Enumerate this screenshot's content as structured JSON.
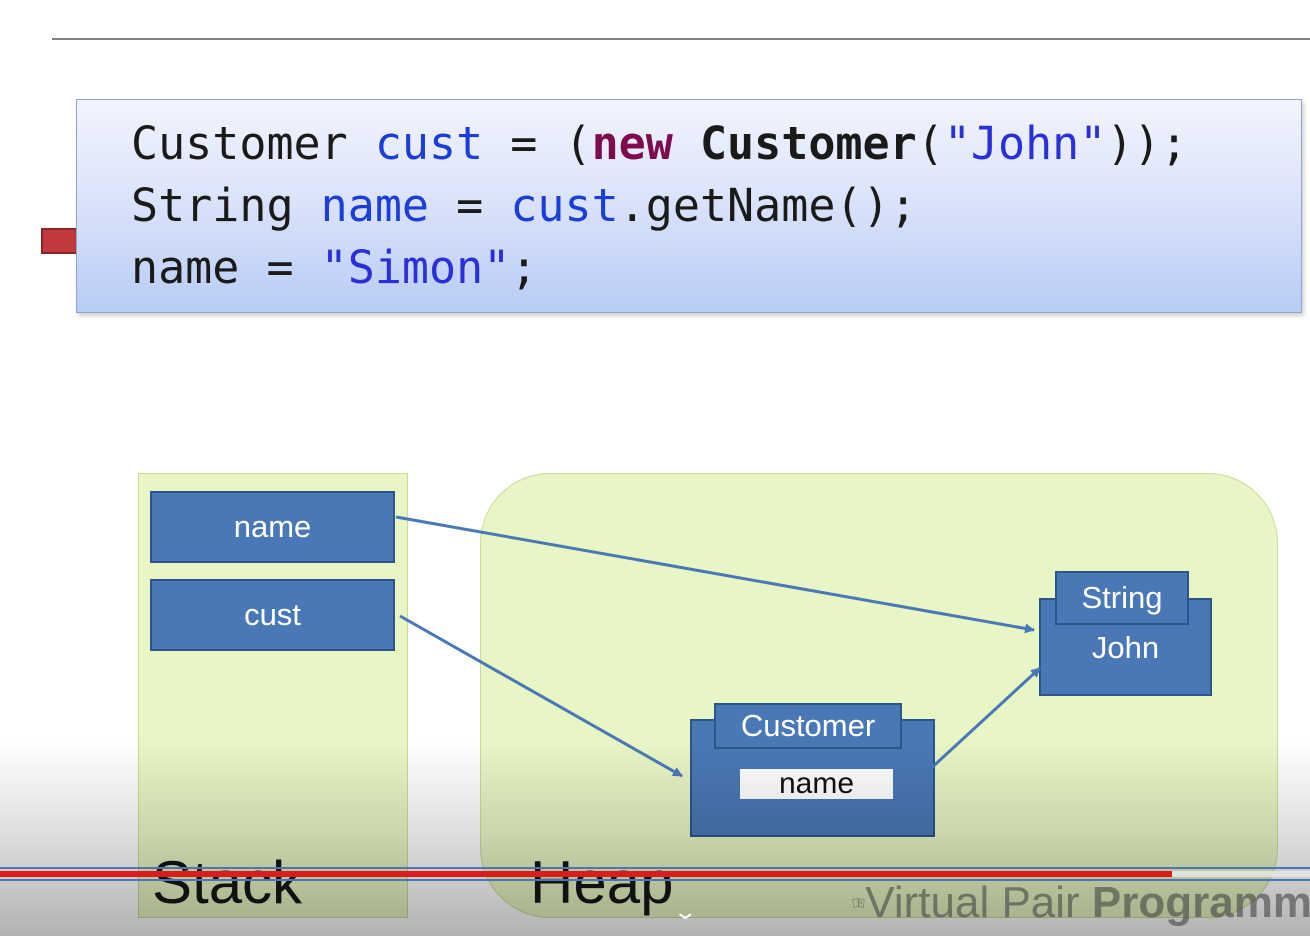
{
  "code": {
    "line1": {
      "t1": "Customer ",
      "t2": "cust",
      "t3": " = (",
      "t4": "new",
      "t5": " ",
      "t6": "Customer",
      "t7": "(",
      "t8": "\"John\"",
      "t9": "));"
    },
    "line2": {
      "t1": "String ",
      "t2": "name",
      "t3": " = ",
      "t4": "cust",
      "t5": ".getName();"
    },
    "line3": {
      "t1": "name = ",
      "t2": "\"Simon\"",
      "t3": ";"
    }
  },
  "diagram": {
    "stack": {
      "label": "Stack",
      "vars": [
        "name",
        "cust"
      ]
    },
    "heap": {
      "label": "Heap",
      "customer_object": {
        "type": "Customer",
        "field": "name"
      },
      "string_object": {
        "type": "String",
        "value": "John"
      }
    }
  },
  "player": {
    "progress_fraction": 0.895,
    "watermark_light": "Virtual Pair ",
    "watermark_bold": "Programm"
  },
  "colors": {
    "box_fill": "#4a78b6",
    "panel_fill": "#e8f5c4",
    "arrow_marker": "#c0393b",
    "progress": "#e01a1a"
  }
}
